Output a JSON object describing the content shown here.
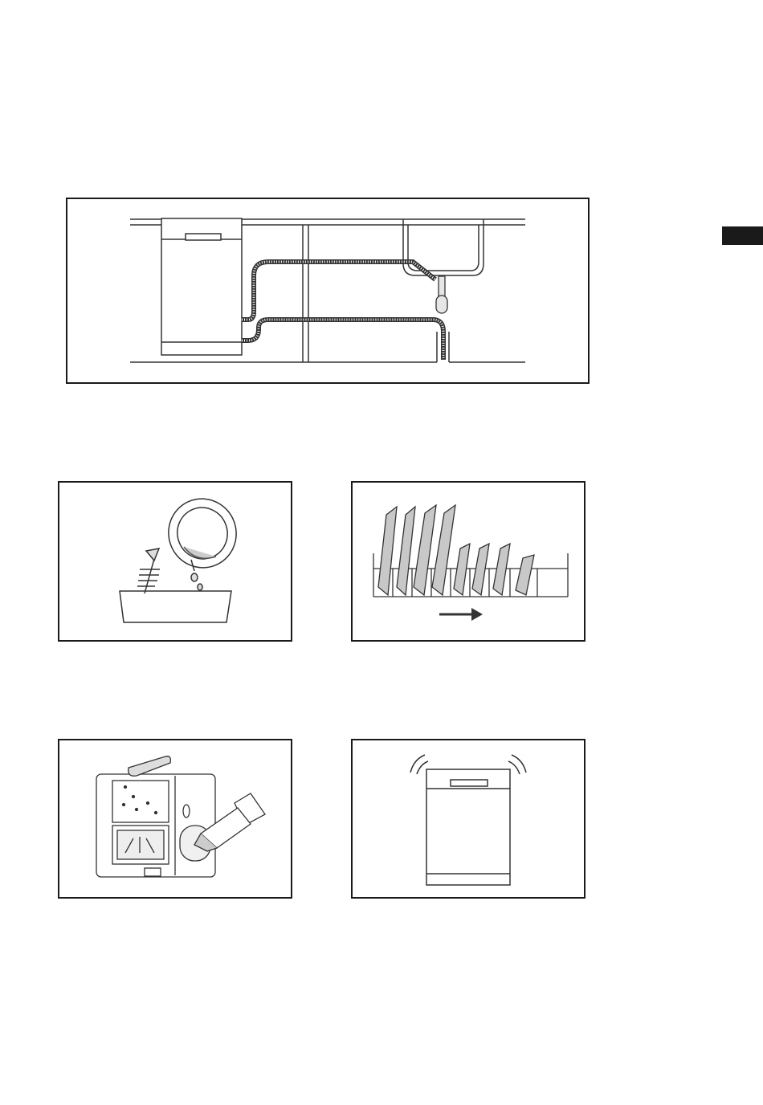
{
  "page": {
    "side_tab": {
      "color": "#1a1a1a"
    }
  },
  "figures": [
    {
      "id": "installation-drain-hose",
      "icons": [
        "dishwasher-icon",
        "drain-hose-icon",
        "sink-icon",
        "siphon-icon"
      ]
    },
    {
      "id": "scrape-food-residue",
      "icons": [
        "plate-icon",
        "fish-bone-icon",
        "bin-icon"
      ]
    },
    {
      "id": "load-dishes-rack",
      "icons": [
        "plates-icon",
        "rack-icon",
        "arrow-right-icon"
      ]
    },
    {
      "id": "fill-detergent-rinse-aid",
      "icons": [
        "detergent-scoop-icon",
        "dispenser-icon",
        "rinse-aid-bottle-icon"
      ]
    },
    {
      "id": "dishwasher-sound",
      "icons": [
        "dishwasher-icon",
        "sound-waves-icon"
      ]
    }
  ]
}
